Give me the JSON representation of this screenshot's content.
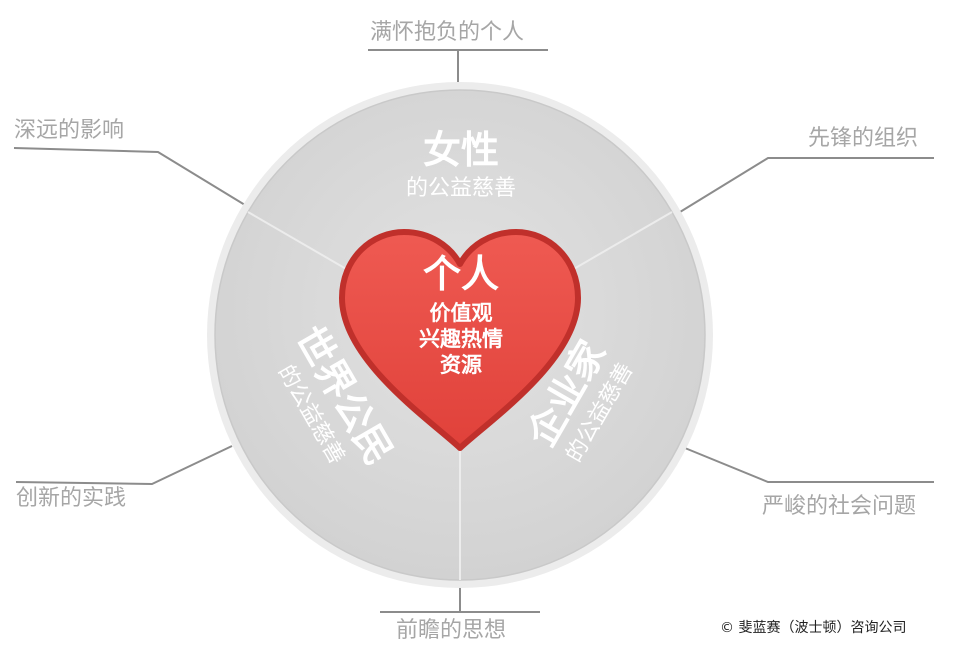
{
  "center": {
    "title": "个人",
    "lines": [
      "价值观",
      "兴趣热情",
      "资源"
    ]
  },
  "segments": [
    {
      "title": "女性",
      "subtitle": "的公益慈善"
    },
    {
      "title": "世界公民",
      "subtitle": "的公益慈善"
    },
    {
      "title": "企业家",
      "subtitle": "的公益慈善"
    }
  ],
  "callouts": {
    "top": "满怀抱负的个人",
    "top_left": "深远的影响",
    "top_right": "先锋的组织",
    "bottom_left": "创新的实践",
    "bottom_right": "严峻的社会问题",
    "bottom": "前瞻的思想"
  },
  "copyright": "© 斐蓝赛（波士顿）咨询公司",
  "colors": {
    "circle_fill": "#d9d9d9",
    "circle_rim": "#e8e8e8",
    "heart_fill": "#e74c45",
    "heart_outline": "#c0302b",
    "callout_text": "#a6a6a6",
    "connector": "#8c8c8c"
  }
}
